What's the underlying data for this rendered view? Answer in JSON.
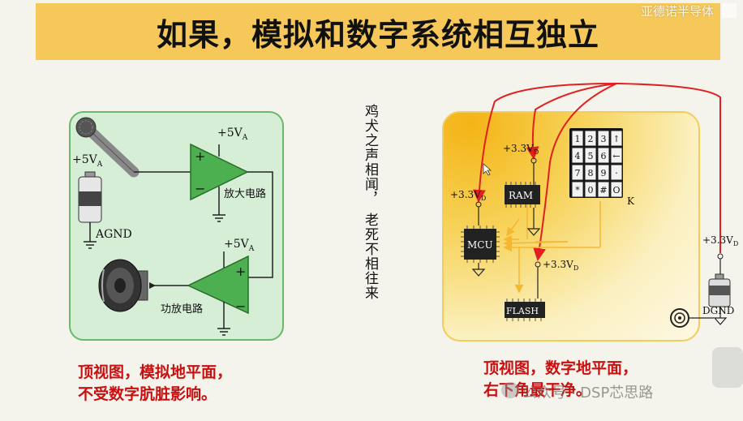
{
  "title": "如果，模拟和数字系统相互独立",
  "watermark_top": "亚德诺半导体",
  "watermark_bottom": "公众号 · DSP芯思路",
  "side_text": {
    "col1": "鸡犬之声相闻，",
    "col2": "老死不相往来"
  },
  "analog": {
    "supply_mic": "+5V",
    "supply_amp": "+5V",
    "supply_pa": "+5V",
    "supply_sub": "A",
    "amp_label": "放大电路",
    "pa_label": "功放电路",
    "ground_label": "AGND",
    "plus": "+",
    "minus": "−"
  },
  "digital": {
    "supply": "+3.3V",
    "supply_sub": "D",
    "mcu_label": "MCU",
    "ram_label": "RAM",
    "flash_label": "FLASH",
    "ground_label": "DGND",
    "keypad_letter": "K",
    "keys": [
      "1",
      "2",
      "3",
      "↑",
      "4",
      "5",
      "6",
      "←",
      "7",
      "8",
      "9",
      "·",
      "*",
      "0",
      "#",
      "O"
    ]
  },
  "captions": {
    "left_line1": "顶视图，模拟地平面，",
    "left_line2": "不受数字肮脏影响。",
    "right_line1": "顶视图，数字地平面，",
    "right_line2": "右下角最干净。"
  },
  "colors": {
    "title_bg": "#f6c85a",
    "analog_bg": "#d6eed6",
    "opamp_fill": "#4caf50",
    "digital_wire": "#e02020",
    "digital_bus": "#f5b731",
    "caption": "#c81010"
  }
}
